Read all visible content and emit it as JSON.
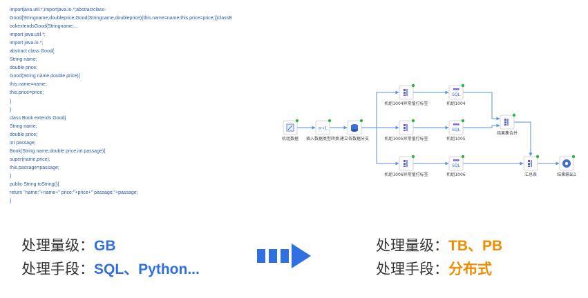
{
  "code_lines": [
    "importjava.util.*;importjava.io.*;abstractclass-",
    "Good{Stringname;doubleprice;Good(Stringname,doubleprice){this.name=name;this.price=price;}}classB",
    "ookextendsGood{Stringname;...",
    "import java.util.*;",
    "import java.io.*;",
    "abstract class Good{",
    "String name;",
    "double price;",
    "Good(String name,double price){",
    "this.name=name;",
    "this.price=price;",
    "}",
    "}",
    "class Book extends Good{",
    "String name;",
    "double price;",
    "int passage;",
    "Book(String name,double price,int passage){",
    "super(name,price);",
    "this.passage=passage;",
    "}",
    "public String toString(){",
    "return \"name:\"+name+\" price:\"+price+\" passage:\"+passage;",
    "}"
  ],
  "flow": {
    "nodes": [
      {
        "id": "n1",
        "label": "机组数据",
        "icon": "data-table-icon"
      },
      {
        "id": "n2",
        "label": "插入数据类型转换",
        "icon": "type-convert-icon",
        "icon_text": "a→1"
      },
      {
        "id": "n3",
        "label": "建立各数据分支",
        "icon": "database-branch-icon"
      },
      {
        "id": "n4",
        "label": "机组1004异常值打标签",
        "icon": "tag-filter-icon"
      },
      {
        "id": "n5",
        "label": "机组1005异常值打标签",
        "icon": "tag-filter-icon"
      },
      {
        "id": "n6",
        "label": "机组1006异常值打标签",
        "icon": "tag-filter-icon"
      },
      {
        "id": "n7",
        "label": "机组1004",
        "icon": "sql-icon",
        "icon_text": "SQL"
      },
      {
        "id": "n8",
        "label": "机组1005",
        "icon": "sql-icon",
        "icon_text": "SQL"
      },
      {
        "id": "n9",
        "label": "机组1006",
        "icon": "sql-icon",
        "icon_text": "SQL"
      },
      {
        "id": "n10",
        "label": "结果集合并",
        "icon": "merge-icon"
      },
      {
        "id": "n11",
        "label": "汇总表",
        "icon": "merge-icon"
      },
      {
        "id": "n12",
        "label": "结果输出1",
        "icon": "output-gear-icon"
      }
    ],
    "colors": {
      "edge": "#5a90d8",
      "status": "#2fb344",
      "icon_blue": "#3f6fd0",
      "icon_purple": "#7a4fc9"
    }
  },
  "comparison": {
    "left_scale_label": "处理量级：",
    "left_scale_value": "GB",
    "left_method_label": "处理手段：",
    "left_method_value": "SQL、Python...",
    "right_scale_label": "处理量级：",
    "right_scale_value": "TB、PB",
    "right_method_label": "处理手段：",
    "right_method_value": "分布式",
    "arrow_color": "#2f6fe0"
  }
}
